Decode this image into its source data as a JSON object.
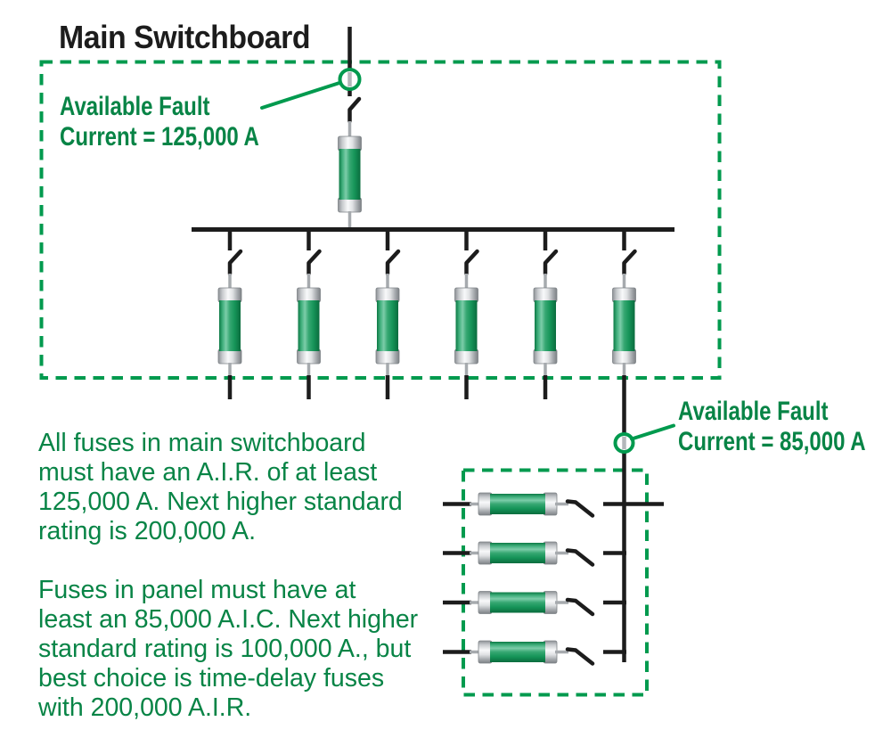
{
  "title": "Main Switchboard",
  "colors": {
    "ink": "#1c1c1c",
    "diagram_green": "#009a4e",
    "text_green": "#088446",
    "fuse_body_green": "#169559",
    "fuse_cap_silver": "#d8dadc"
  },
  "labels": {
    "fault_main": {
      "lines": [
        "Available Fault",
        "Current = 125,000 A"
      ]
    },
    "fault_panel": {
      "lines": [
        "Available Fault",
        "Current = 85,000 A"
      ]
    }
  },
  "notes": {
    "switchboard_lines": [
      "All fuses in main switchboard",
      "must have an A.I.R. of at least",
      "125,000 A. Next higher standard",
      "rating is 200,000 A."
    ],
    "panel_lines": [
      "Fuses in panel must have at",
      "least an 85,000 A.I.C. Next higher",
      "standard rating is 100,000 A., but",
      "best choice is time-delay fuses",
      "with 200,000 A.I.R."
    ]
  },
  "diagram": {
    "main_switchboard": {
      "available_fault_current": "125,000 A",
      "main_fuse_count": 1,
      "branch_fuse_count": 6
    },
    "panel": {
      "available_fault_current": "85,000 A",
      "fuse_count": 4
    }
  }
}
